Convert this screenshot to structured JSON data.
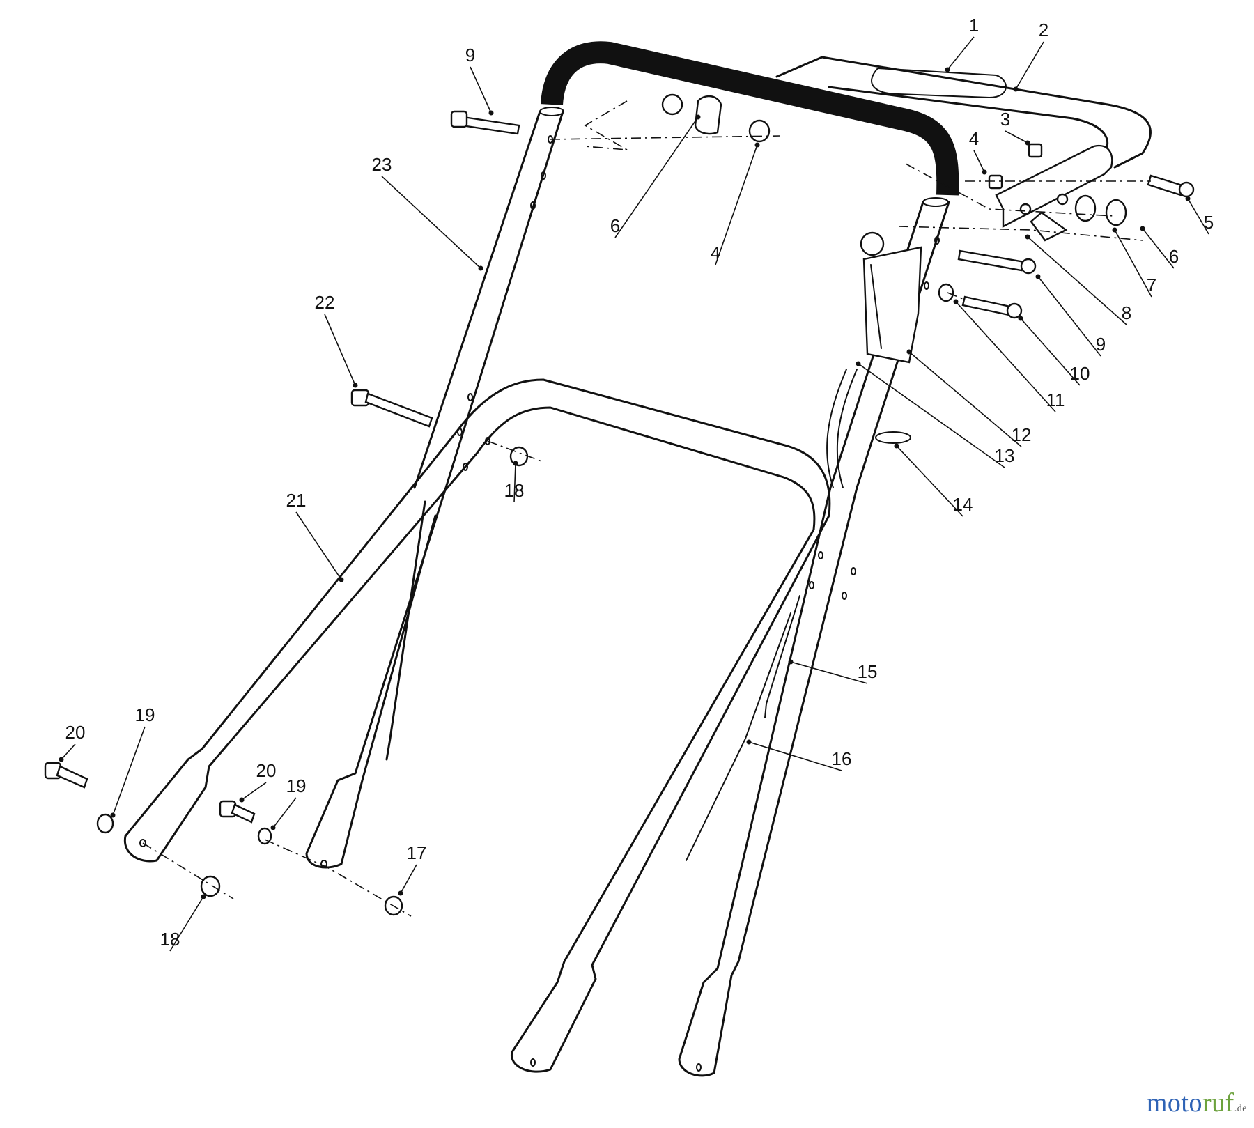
{
  "callouts": [
    {
      "label": "1"
    },
    {
      "label": "2"
    },
    {
      "label": "3"
    },
    {
      "label": "4"
    },
    {
      "label": "4"
    },
    {
      "label": "5"
    },
    {
      "label": "6"
    },
    {
      "label": "6"
    },
    {
      "label": "7"
    },
    {
      "label": "8"
    },
    {
      "label": "9"
    },
    {
      "label": "9"
    },
    {
      "label": "10"
    },
    {
      "label": "11"
    },
    {
      "label": "12"
    },
    {
      "label": "13"
    },
    {
      "label": "14"
    },
    {
      "label": "15"
    },
    {
      "label": "16"
    },
    {
      "label": "17"
    },
    {
      "label": "18"
    },
    {
      "label": "18"
    },
    {
      "label": "19"
    },
    {
      "label": "19"
    },
    {
      "label": "20"
    },
    {
      "label": "20"
    },
    {
      "label": "21"
    },
    {
      "label": "22"
    },
    {
      "label": "23"
    }
  ],
  "watermark": {
    "part1": "moto",
    "part2": "ruf",
    "suffix": ".de"
  }
}
